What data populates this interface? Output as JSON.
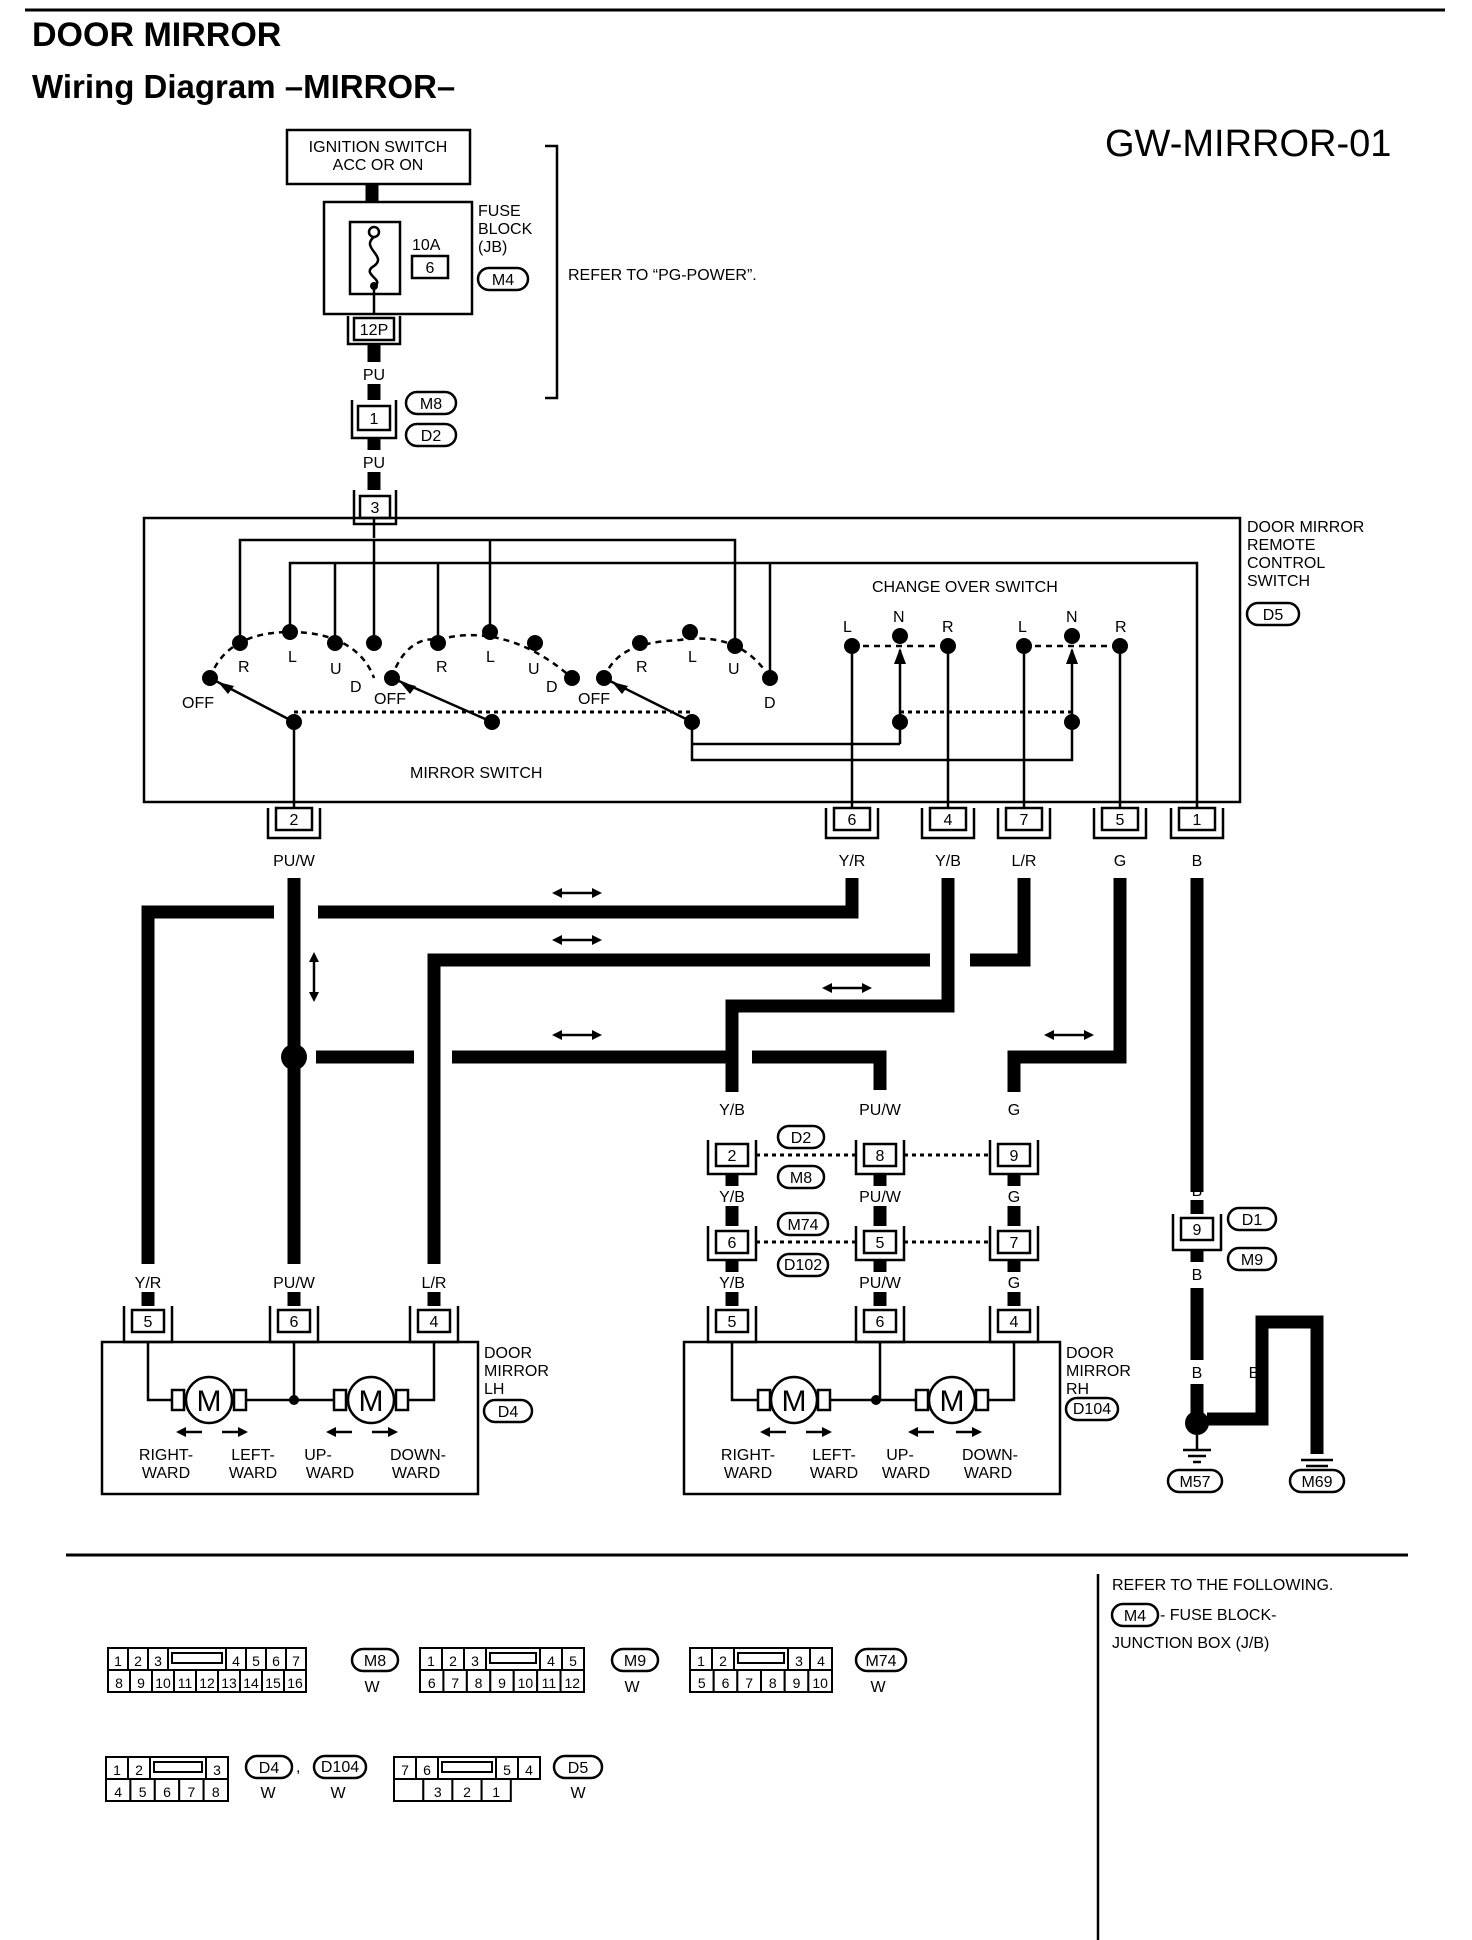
{
  "page": {
    "title": "DOOR MIRROR",
    "subtitle": "Wiring Diagram  –MIRROR–",
    "diagram_code": "GW-MIRROR-01"
  },
  "power": {
    "ignition_line1": "IGNITION SWITCH",
    "ignition_line2": "ACC OR ON",
    "fuse_block_line1": "FUSE",
    "fuse_block_line2": "BLOCK",
    "fuse_block_line3": "(JB)",
    "fuse_amp": "10A",
    "fuse_number": "6",
    "fuse_connector": "M4",
    "fuse_terminal": "12P",
    "refer": "REFER TO “PG-POWER”."
  },
  "wires": {
    "pu": "PU",
    "pu_w": "PU/W",
    "y_r": "Y/R",
    "y_b": "Y/B",
    "l_r": "L/R",
    "g": "G",
    "b": "B"
  },
  "connectors": {
    "m8": "M8",
    "d2": "D2",
    "m74": "M74",
    "d102": "D102",
    "d1": "D1",
    "m9": "M9",
    "d4": "D4",
    "d104": "D104",
    "d5": "D5",
    "m57": "M57",
    "m69": "M69"
  },
  "pins": {
    "p1": "1",
    "p2": "2",
    "p3": "3",
    "p4": "4",
    "p5": "5",
    "p6": "6",
    "p7": "7",
    "p8": "8",
    "p9": "9"
  },
  "remote_switch": {
    "name_line1": "DOOR MIRROR",
    "name_line2": "REMOTE",
    "name_line3": "CONTROL",
    "name_line4": "SWITCH",
    "change_over": "CHANGE OVER SWITCH",
    "mirror_switch": "MIRROR SWITCH",
    "pos_r": "R",
    "pos_l": "L",
    "pos_u": "U",
    "pos_d": "D",
    "pos_n": "N",
    "pos_off": "OFF"
  },
  "mirror_lh": {
    "name_line1": "DOOR",
    "name_line2": "MIRROR",
    "name_line3": "LH",
    "motor": "M"
  },
  "mirror_rh": {
    "name_line1": "DOOR",
    "name_line2": "MIRROR",
    "name_line3": "RH"
  },
  "directions": {
    "right_1": "RIGHT-",
    "right_2": "WARD",
    "left_1": "LEFT-",
    "left_2": "WARD",
    "up_1": "UP-",
    "up_2": "WARD",
    "down_1": "DOWN-",
    "down_2": "WARD"
  },
  "reference": {
    "line1": "REFER TO THE FOLLOWING.",
    "line2": " - FUSE BLOCK-",
    "line3": "JUNCTION BOX (J/B)"
  },
  "connector_faces": {
    "m8_top": [
      "1",
      "2",
      "3",
      "4",
      "5",
      "6",
      "7"
    ],
    "m8_bottom": [
      "8",
      "9",
      "10",
      "11",
      "12",
      "13",
      "14",
      "15",
      "16"
    ],
    "m9_top": [
      "1",
      "2",
      "3",
      "4",
      "5"
    ],
    "m9_bottom": [
      "6",
      "7",
      "8",
      "9",
      "10",
      "11",
      "12"
    ],
    "m74_top": [
      "1",
      "2",
      "3",
      "4"
    ],
    "m74_bottom": [
      "5",
      "6",
      "7",
      "8",
      "9",
      "10"
    ],
    "d4_top": [
      "1",
      "2",
      "3"
    ],
    "d4_bottom": [
      "4",
      "5",
      "6",
      "7",
      "8"
    ],
    "d5_top": [
      "7",
      "6",
      "5",
      "4"
    ],
    "d5_bottom": [
      "3",
      "2",
      "1"
    ],
    "color_white": "W",
    "comma": ","
  }
}
